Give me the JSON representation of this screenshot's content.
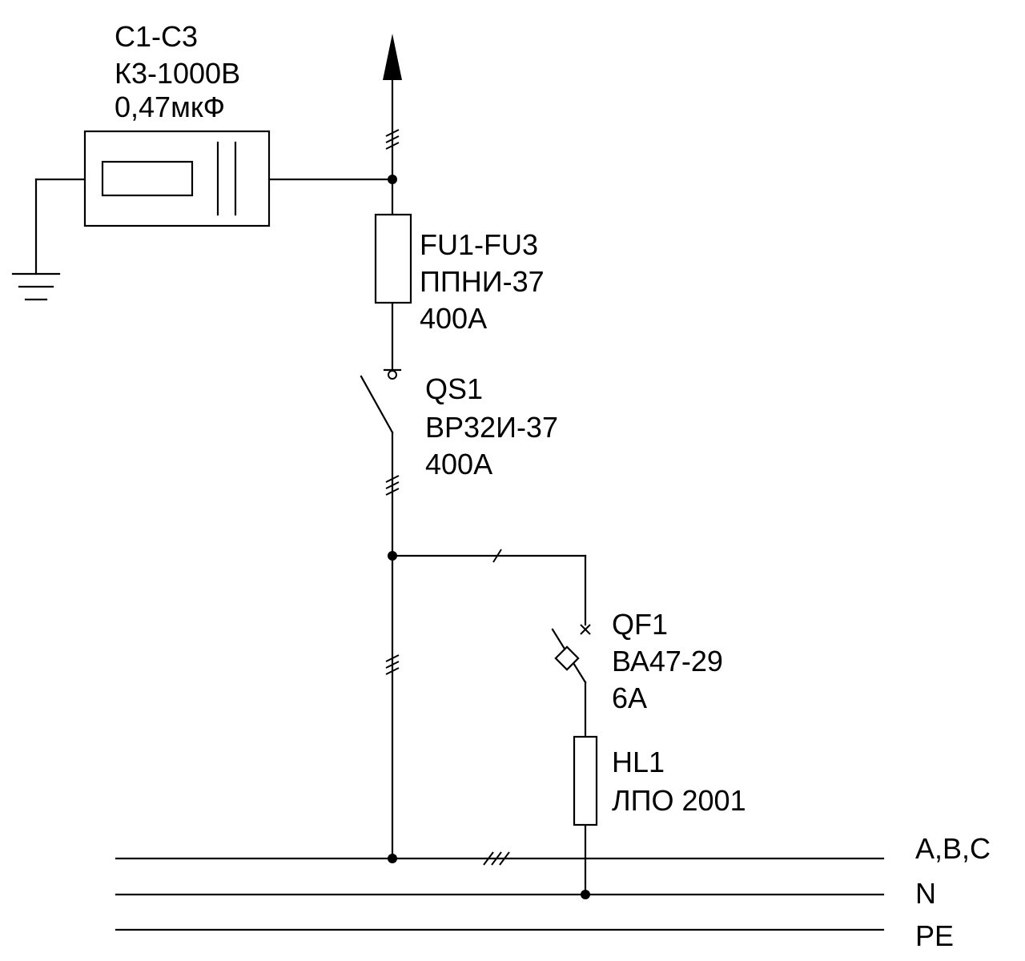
{
  "colors": {
    "line": "#000000",
    "background": "#ffffff"
  },
  "components": {
    "capacitors": {
      "designator": "С1-С3",
      "model": "К3-1000В",
      "rating": "0,47мкФ"
    },
    "fuses": {
      "designator": "FU1-FU3",
      "model": "ППНИ-37",
      "rating": "400А"
    },
    "switch": {
      "designator": "QS1",
      "model": "ВР32И-37",
      "rating": "400А"
    },
    "breaker": {
      "designator": "QF1",
      "model": "ВА47-29",
      "rating": "6А"
    },
    "lamp": {
      "designator": "HL1",
      "model": "ЛПО 2001"
    }
  },
  "buses": {
    "phases": "A,B,C",
    "neutral": "N",
    "protective_earth": "PE"
  },
  "icons": [
    "ground-icon",
    "arrow-up-icon",
    "capacitor-icon",
    "resistor-icon",
    "fuse-icon",
    "switch-icon",
    "breaker-icon",
    "lamp-icon"
  ]
}
